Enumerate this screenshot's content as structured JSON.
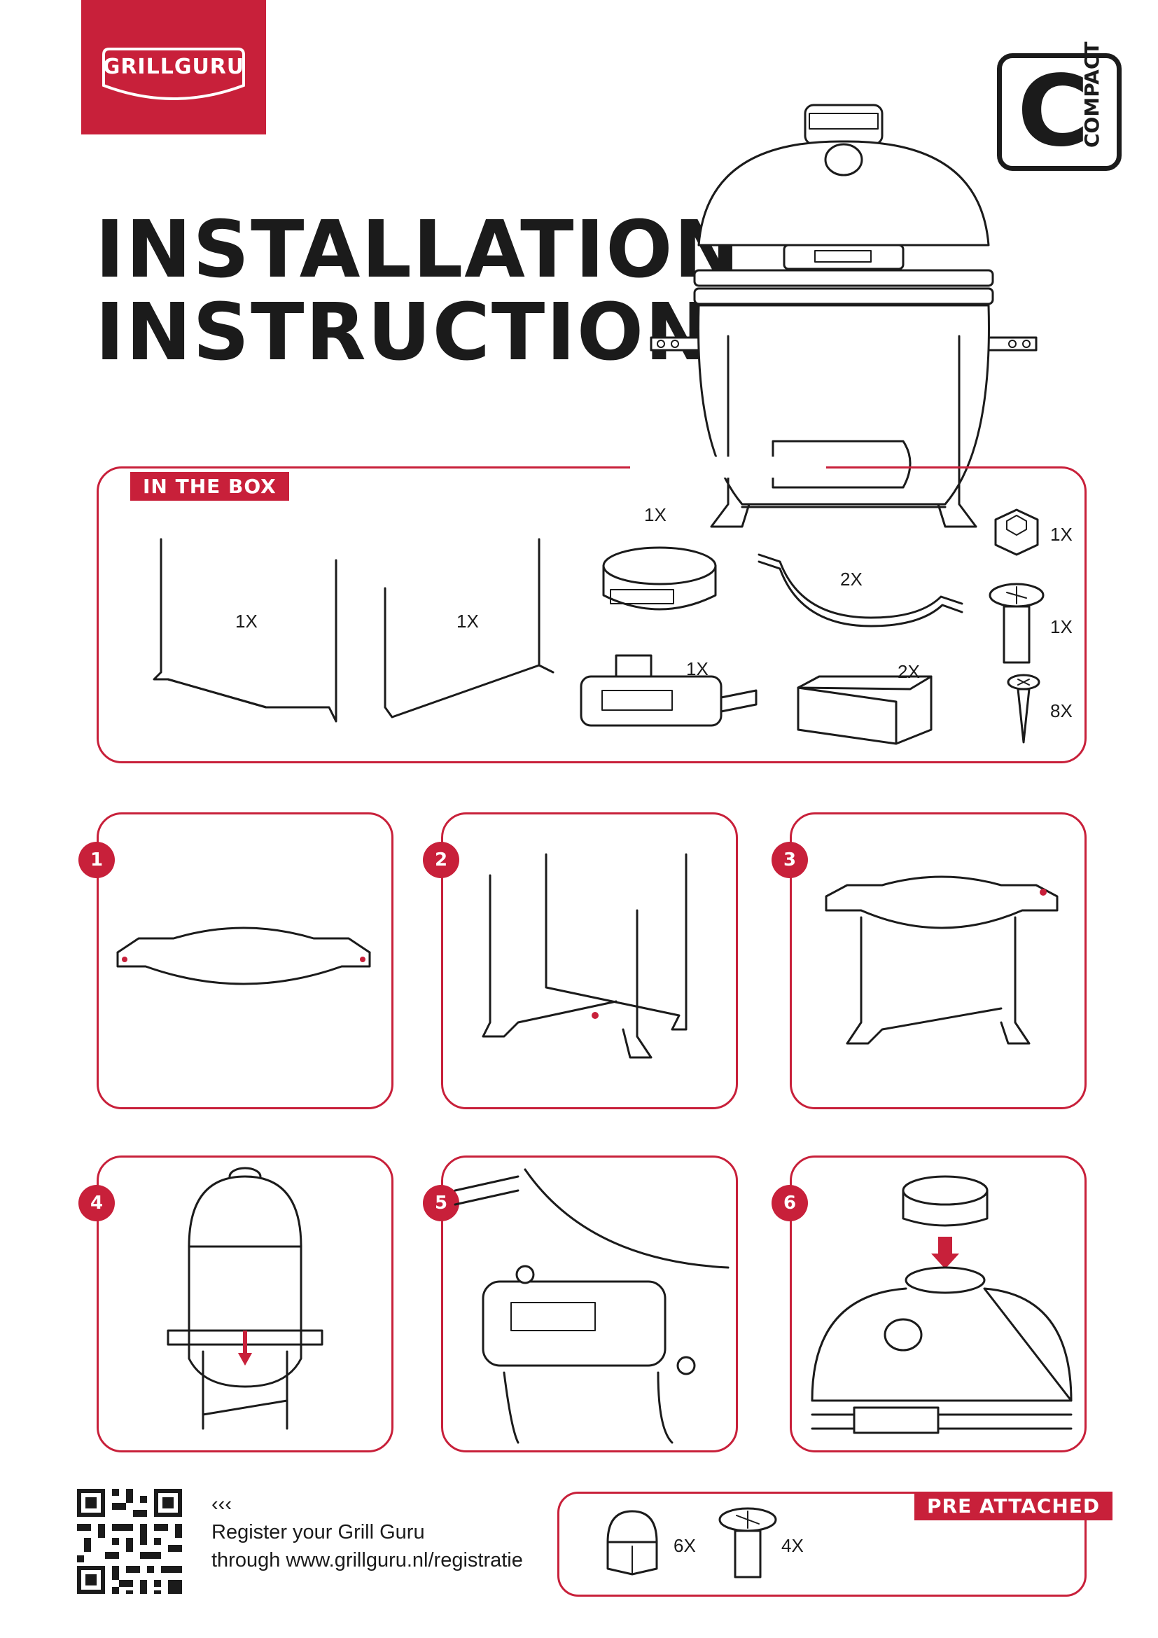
{
  "brand": {
    "logo_text": "GRILLGURU",
    "model_letter": "C",
    "model_name": "COMPACT"
  },
  "title": {
    "line1": "INSTALLATION",
    "line2": "INSTRUCTIONS"
  },
  "in_the_box": {
    "label": "IN THE BOX",
    "items": [
      {
        "name": "stand-frame-a",
        "qty": "1X"
      },
      {
        "name": "stand-frame-b",
        "qty": "1X"
      },
      {
        "name": "top-vent",
        "qty": "1X"
      },
      {
        "name": "band",
        "qty": "2X"
      },
      {
        "name": "handle",
        "qty": "1X"
      },
      {
        "name": "side-block",
        "qty": "2X"
      },
      {
        "name": "nut",
        "qty": "1X"
      },
      {
        "name": "bolt",
        "qty": "1X"
      },
      {
        "name": "screw",
        "qty": "8X"
      }
    ]
  },
  "steps": [
    "1",
    "2",
    "3",
    "4",
    "5",
    "6"
  ],
  "register": {
    "arrows": "‹‹‹",
    "line1": "Register your Grill Guru",
    "line2": "through www.grillguru.nl/registratie"
  },
  "pre_attached": {
    "label": "PRE ATTACHED",
    "items": [
      {
        "name": "cap-nut",
        "qty": "6X"
      },
      {
        "name": "bolt",
        "qty": "4X"
      }
    ]
  },
  "colors": {
    "accent": "#c8203a",
    "ink": "#1b1b1b"
  }
}
